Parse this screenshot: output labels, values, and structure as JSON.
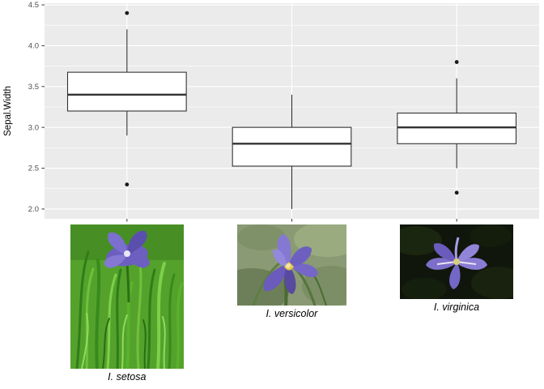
{
  "chart_data": {
    "type": "boxplot",
    "title": "",
    "xlabel": "",
    "ylabel": "Sepal.Width",
    "ylim": [
      1.88,
      4.52
    ],
    "yticks": [
      2.0,
      2.5,
      3.0,
      3.5,
      4.0,
      4.5
    ],
    "grid": true,
    "panel_background": "#EBEBEB",
    "gridline_color": "#FFFFFF",
    "box_fill": "#FFFFFF",
    "box_stroke": "#333333",
    "outlier_color": "#1A1A1A",
    "tick_label_color": "#4D4D4D",
    "categories": [
      "I. setosa",
      "I. versicolor",
      "I. virginica"
    ],
    "series": [
      {
        "name": "I. setosa",
        "min_whisker": 2.9,
        "q1": 3.2,
        "median": 3.4,
        "q3": 3.675,
        "max_whisker": 4.2,
        "outliers": [
          4.4,
          2.3
        ]
      },
      {
        "name": "I. versicolor",
        "min_whisker": 2.0,
        "q1": 2.525,
        "median": 2.8,
        "q3": 3.0,
        "max_whisker": 3.4,
        "outliers": []
      },
      {
        "name": "I. virginica",
        "min_whisker": 2.5,
        "q1": 2.8,
        "median": 3.0,
        "q3": 3.175,
        "max_whisker": 3.6,
        "outliers": [
          3.8,
          2.2
        ]
      }
    ]
  },
  "axis_images": [
    {
      "label": "I. setosa"
    },
    {
      "label": "I. versicolor"
    },
    {
      "label": "I. virginica"
    }
  ]
}
